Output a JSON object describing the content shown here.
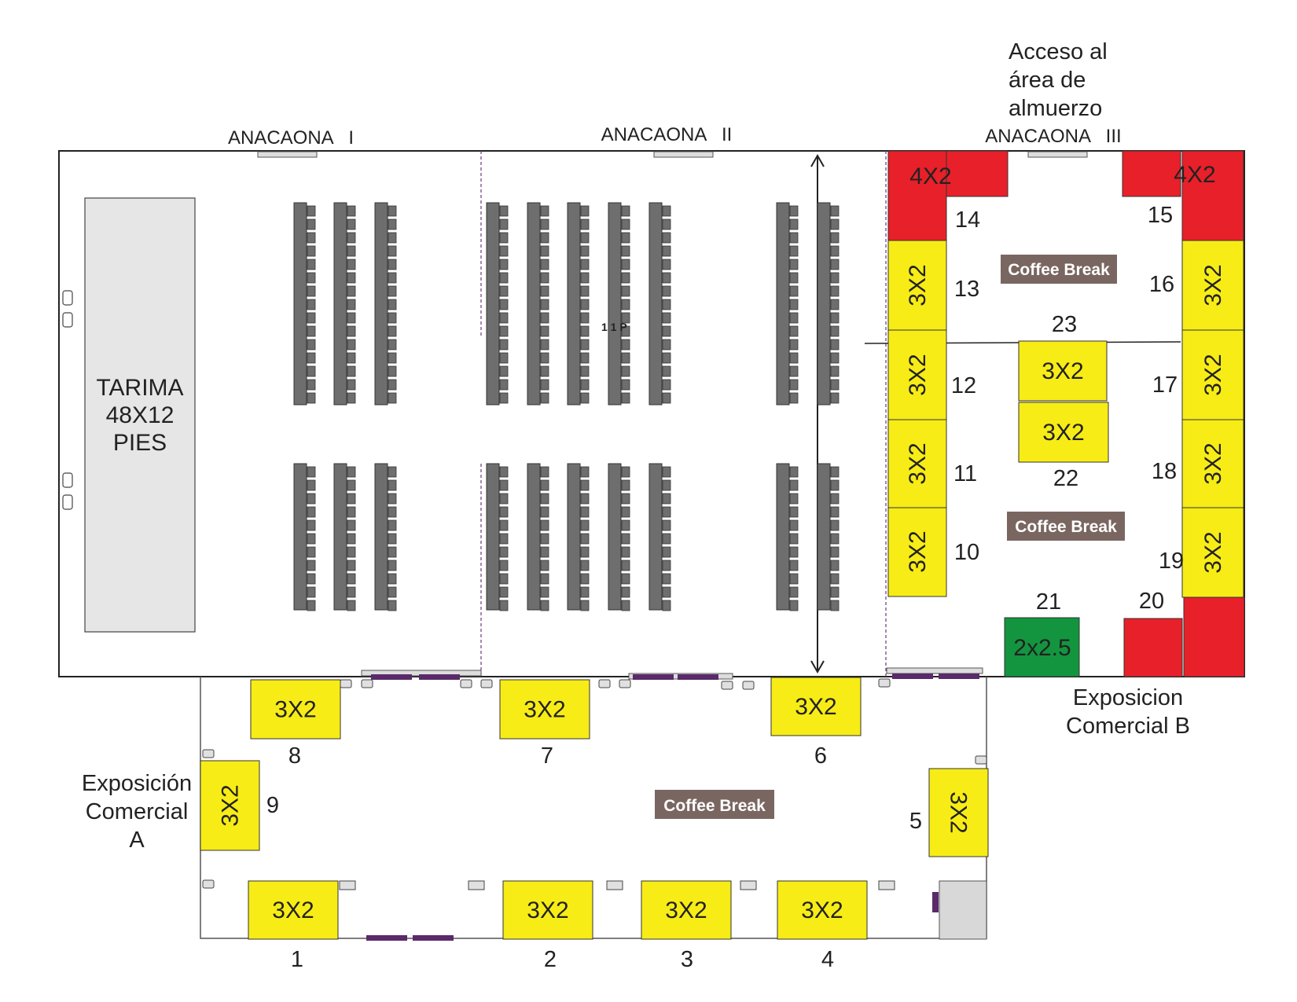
{
  "rooms": {
    "room1": "ANACAONA   I",
    "room2": "ANACAONA   II",
    "room3": "ANACAONA   III"
  },
  "lunch_access": [
    "Acceso al",
    "área de",
    "almuerzo"
  ],
  "stage": [
    "TARIMA",
    "48X12",
    "PIES"
  ],
  "coffee_break": "Coffee Break",
  "center_text": "1  1  P",
  "exhibition_a": [
    "Exposición",
    "Comercial",
    "A"
  ],
  "exhibition_b": [
    "Exposicion",
    "Comercial B"
  ],
  "booth_sizes": {
    "small": "3X2",
    "large": "4X2",
    "green": "2x2.5"
  },
  "booths": [
    {
      "number": "1",
      "size": "3X2",
      "zone": "A"
    },
    {
      "number": "2",
      "size": "3X2",
      "zone": "A"
    },
    {
      "number": "3",
      "size": "3X2",
      "zone": "A"
    },
    {
      "number": "4",
      "size": "3X2",
      "zone": "A"
    },
    {
      "number": "5",
      "size": "3X2",
      "zone": "A"
    },
    {
      "number": "6",
      "size": "3X2",
      "zone": "A"
    },
    {
      "number": "7",
      "size": "3X2",
      "zone": "A"
    },
    {
      "number": "8",
      "size": "3X2",
      "zone": "A"
    },
    {
      "number": "9",
      "size": "3X2",
      "zone": "A"
    },
    {
      "number": "10",
      "size": "3X2",
      "zone": "B"
    },
    {
      "number": "11",
      "size": "3X2",
      "zone": "B"
    },
    {
      "number": "12",
      "size": "3X2",
      "zone": "B"
    },
    {
      "number": "13",
      "size": "3X2",
      "zone": "B"
    },
    {
      "number": "14",
      "size": "4X2",
      "zone": "B"
    },
    {
      "number": "15",
      "size": "4X2",
      "zone": "B"
    },
    {
      "number": "16",
      "size": "3X2",
      "zone": "B"
    },
    {
      "number": "17",
      "size": "3X2",
      "zone": "B"
    },
    {
      "number": "18",
      "size": "3X2",
      "zone": "B"
    },
    {
      "number": "19",
      "size": "3X2",
      "zone": "B"
    },
    {
      "number": "20",
      "size": "",
      "zone": "B"
    },
    {
      "number": "21",
      "size": "2x2.5",
      "zone": "B"
    },
    {
      "number": "22",
      "size": "3X2",
      "zone": "B"
    },
    {
      "number": "23",
      "size": "3X2",
      "zone": "B"
    }
  ],
  "colors": {
    "booth_yellow": "#f7ec16",
    "booth_red": "#e8202a",
    "booth_green": "#13953f",
    "coffee_break_bg": "#7a6660",
    "stage_fill": "#e6e6e6",
    "seating": "#6e6e6e",
    "door": "#5a2a6a"
  }
}
